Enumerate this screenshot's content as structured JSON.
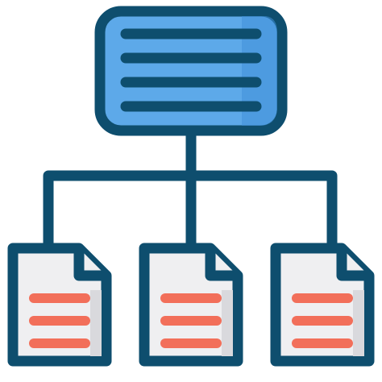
{
  "icon": {
    "name": "sitemap-documents-icon",
    "server_block": {
      "fill": "#5DA9E9",
      "highlight": "#8CC7F5",
      "shadow": "#3F8FD8",
      "line_count": 4
    },
    "documents": [
      {
        "line_count": 3
      },
      {
        "line_count": 3
      },
      {
        "line_count": 3
      }
    ],
    "colors": {
      "stroke": "#0E4E6E",
      "document_fill": "#EFEFF1",
      "document_shadow": "#D9D9DD",
      "document_lines": "#F26F5A",
      "background": "#FFFFFF"
    }
  }
}
